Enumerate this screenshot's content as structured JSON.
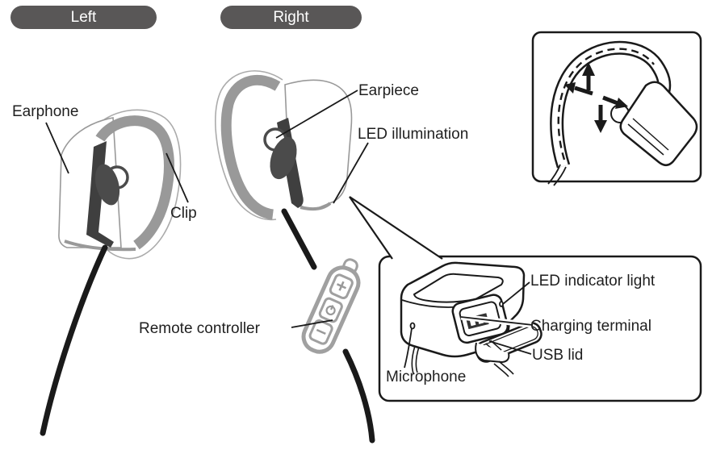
{
  "badges": {
    "left": "Left",
    "right": "Right"
  },
  "labels": {
    "earphone": "Earphone",
    "clip": "Clip",
    "earpiece": "Earpiece",
    "led_illumination": "LED illumination",
    "remote_controller": "Remote controller",
    "led_indicator_light": "LED indicator light",
    "charging_terminal": "Charging terminal",
    "usb_lid": "USB lid",
    "microphone": "Microphone"
  },
  "remote": {
    "buttons": [
      {
        "icon": "plus-icon"
      },
      {
        "icon": "power-icon"
      },
      {
        "icon": "minus-icon"
      }
    ]
  },
  "insets": {
    "hook_adjust": {
      "icons": [
        "arrow-up-icon",
        "arrow-left-icon",
        "arrow-down-icon",
        "arrow-right-icon"
      ]
    },
    "connector_detail": {
      "parts": [
        "LED indicator light",
        "Charging terminal",
        "USB lid",
        "Microphone"
      ]
    }
  },
  "colors": {
    "badge_background": "#595757",
    "badge_text": "#ffffff",
    "line_art": "#1a1a1a",
    "hook_gray": "#999999",
    "dark_part": "#3f3f3f",
    "earbud": "#4b4b4b",
    "remote_outline": "#a0a0a0"
  }
}
